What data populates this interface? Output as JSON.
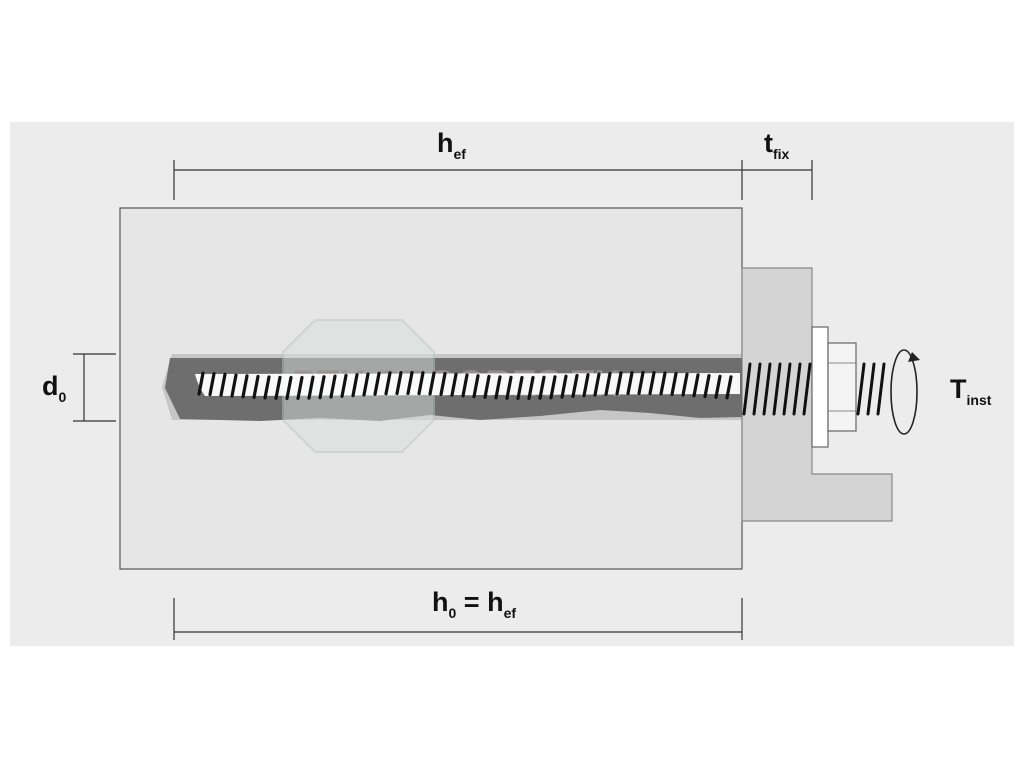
{
  "labels": {
    "hef": {
      "main": "h",
      "sub": "ef"
    },
    "tfix": {
      "main": "t",
      "sub": "fix"
    },
    "d0": {
      "main": "d",
      "sub": "0"
    },
    "tinst": {
      "main": "T",
      "sub": "inst"
    },
    "h0": {
      "main": "h",
      "sub": "0",
      "eq": " = ",
      "main2": "h",
      "sub2": "ef"
    }
  },
  "watermark": {
    "text": "PTK PROGRES TK"
  },
  "colors": {
    "background_panel": "#ececec",
    "concrete": "#e6e6e6",
    "mortar": "#6e6e6e",
    "fixture": "#d4d4d4",
    "line": "#333333",
    "thread": "#111111"
  }
}
